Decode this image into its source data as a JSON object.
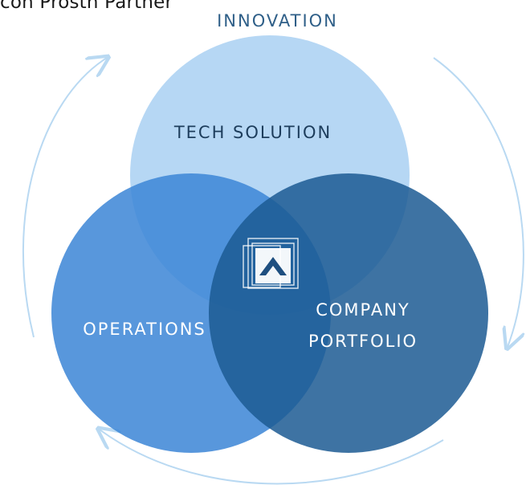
{
  "header": {
    "partial_text": "con Prosth Partner"
  },
  "title": "INNOVATION",
  "circles": {
    "top": {
      "label": "TECH SOLUTION",
      "color": "#a9d0f2"
    },
    "left": {
      "label": "OPERATIONS",
      "color": "#3d86d6"
    },
    "right": {
      "label_line1": "COMPANY",
      "label_line2": "PORTFOLIO",
      "color": "#1c5a93"
    }
  },
  "colors": {
    "arrow": "#b9d9f2",
    "label_light": "#ffffff",
    "label_dark": "#1d3d5c",
    "logo": "#ffffff"
  },
  "icons": {
    "center_logo": "chevron-up-logo-icon",
    "cycle_arrows": "curved-arrow-icon"
  }
}
